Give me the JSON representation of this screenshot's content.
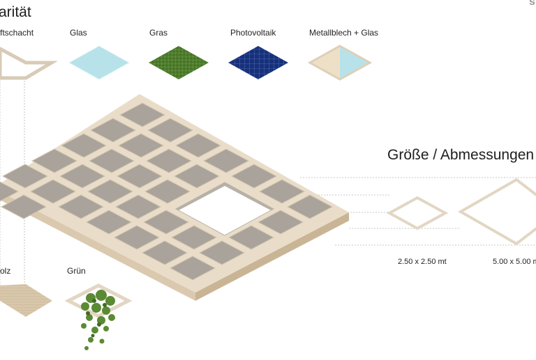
{
  "heading": "arität",
  "logo": "s",
  "materials": [
    {
      "label": "ftschacht"
    },
    {
      "label": "Glas"
    },
    {
      "label": "Gras"
    },
    {
      "label": "Photovoltaik"
    },
    {
      "label": "Metallblech + Glas"
    },
    {
      "label": "olz"
    },
    {
      "label": "Grün"
    }
  ],
  "sizes": {
    "heading": "Größe / Abmessungen",
    "small_label": "2.50 x 2.50 mt",
    "large_label": "5.00 x 5.00 m"
  },
  "colors": {
    "wood": "#e6d9c7",
    "wood_side": "#d5c4ad",
    "glass": "#b8e2ea",
    "grass": "#4e7c2e",
    "pv": "#17307a",
    "sheet": "#eee0c6",
    "plant": "#5b8a34"
  }
}
